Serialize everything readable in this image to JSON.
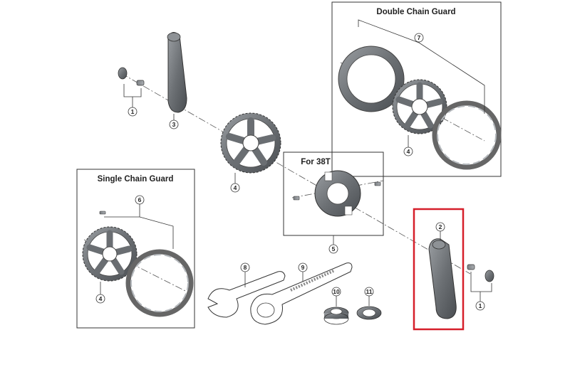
{
  "boxes": {
    "double_chain_guard": "Double Chain Guard",
    "single_chain_guard": "Single Chain Guard",
    "for_38t": "For 38T"
  },
  "callouts": {
    "bolt_set_left": "1",
    "bolt_set_right": "1",
    "crank_arm_left": "3",
    "chainring_main": "4",
    "chainring_double": "4",
    "chainring_single": "4",
    "chain_guard_38t": "5",
    "single_guard": "6",
    "double_guard": "7",
    "tool_wrench": "8",
    "tool_lockring": "9",
    "bb_cup": "10",
    "bb_lockring": "11",
    "crank_arm_right": "2"
  },
  "colors": {
    "highlight_frame": "#d61f2a",
    "part_dark": "#5e6266",
    "part_mid": "#8a8e92",
    "line": "#555555"
  },
  "icons": {
    "highlight": "red-rectangle-frame"
  }
}
